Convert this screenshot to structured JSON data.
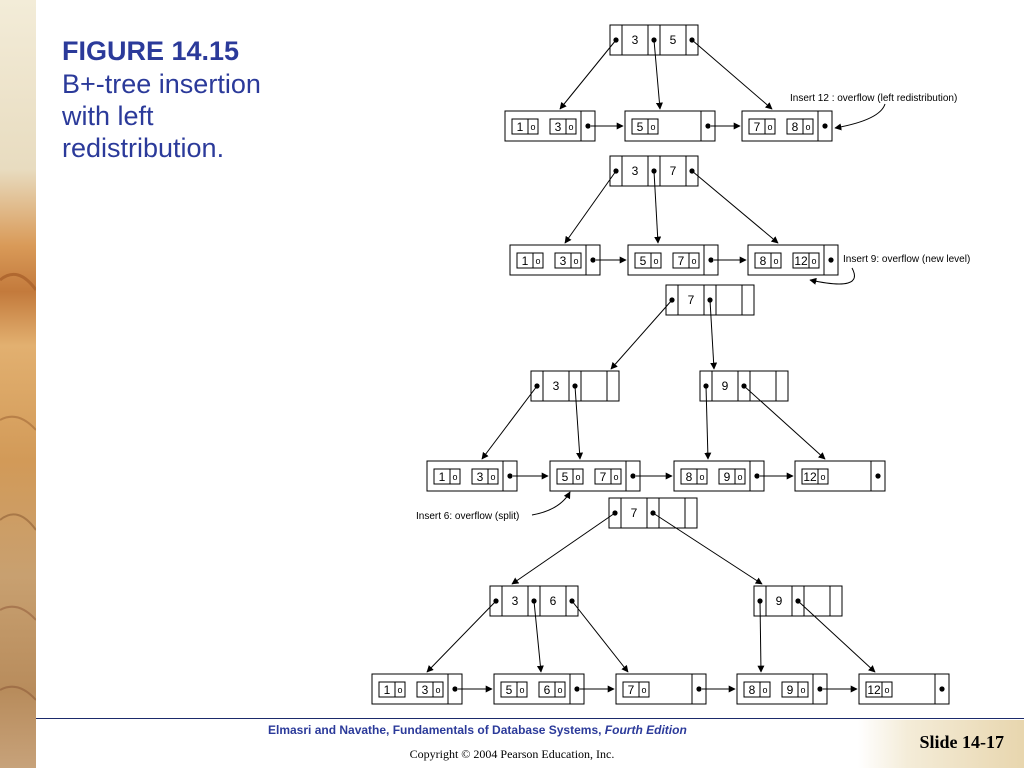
{
  "slide": {
    "figure_label": "FIGURE 14.15",
    "caption_lines": [
      "B+-tree insertion",
      "with left",
      "redistribution."
    ]
  },
  "diagram": {
    "notes": {
      "insert12": "Insert 12 : overflow (left redistribution)",
      "insert9": "Insert 9: overflow (new level)",
      "insert6": "Insert 6: overflow (split)"
    },
    "stage1": {
      "root": [
        "3",
        "5"
      ],
      "leaves": [
        [
          {
            "k": "1",
            "p": "o"
          },
          {
            "k": "3",
            "p": "o"
          }
        ],
        [
          {
            "k": "5",
            "p": "o"
          }
        ],
        [
          {
            "k": "7",
            "p": "o"
          },
          {
            "k": "8",
            "p": "o"
          }
        ]
      ]
    },
    "stage2": {
      "root": [
        "3",
        "7"
      ],
      "leaves": [
        [
          {
            "k": "1",
            "p": "o"
          },
          {
            "k": "3",
            "p": "o"
          }
        ],
        [
          {
            "k": "5",
            "p": "o"
          },
          {
            "k": "7",
            "p": "o"
          }
        ],
        [
          {
            "k": "8",
            "p": "o"
          },
          {
            "k": "12",
            "p": "o"
          }
        ]
      ]
    },
    "stage3": {
      "root": [
        "7"
      ],
      "internal": [
        [
          "3"
        ],
        [
          "9"
        ]
      ],
      "leaves": [
        [
          {
            "k": "1",
            "p": "o"
          },
          {
            "k": "3",
            "p": "o"
          }
        ],
        [
          {
            "k": "5",
            "p": "o"
          },
          {
            "k": "7",
            "p": "o"
          }
        ],
        [
          {
            "k": "8",
            "p": "o"
          },
          {
            "k": "9",
            "p": "o"
          }
        ],
        [
          {
            "k": "12",
            "p": "o"
          }
        ]
      ]
    },
    "stage4": {
      "root": [
        "7"
      ],
      "internal": [
        [
          "3",
          "6"
        ],
        [
          "9"
        ]
      ],
      "leaves": [
        [
          {
            "k": "1",
            "p": "o"
          },
          {
            "k": "3",
            "p": "o"
          }
        ],
        [
          {
            "k": "5",
            "p": "o"
          },
          {
            "k": "6",
            "p": "o"
          }
        ],
        [
          {
            "k": "7",
            "p": "o"
          }
        ],
        [
          {
            "k": "8",
            "p": "o"
          },
          {
            "k": "9",
            "p": "o"
          }
        ],
        [
          {
            "k": "12",
            "p": "o"
          }
        ]
      ]
    }
  },
  "footer": {
    "book": "Elmasri and Navathe, Fundamentals of Database Systems,",
    "edition": "Fourth Edition",
    "copyright": "Copyright © 2004 Pearson Education, Inc.",
    "slide_number": "Slide 14-17"
  }
}
